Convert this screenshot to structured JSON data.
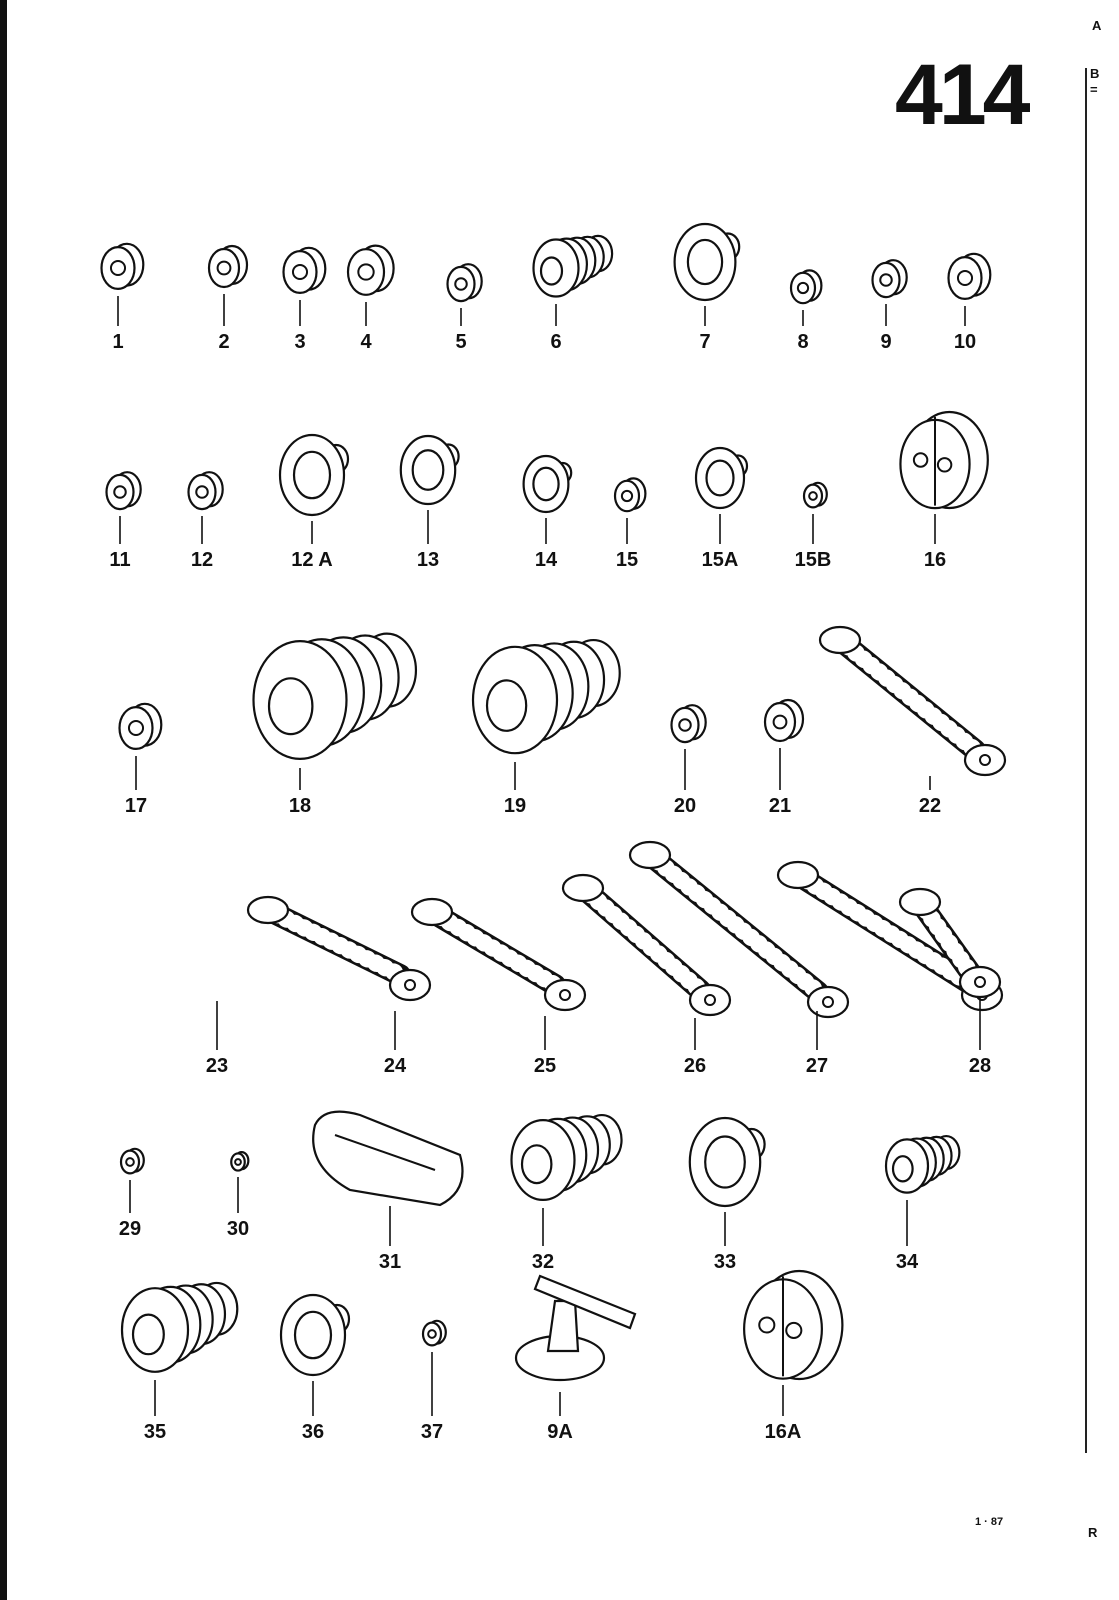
{
  "page_number": "414",
  "edge_text": {
    "top_right": "A",
    "right_b": "B",
    "right_eq": "=",
    "bottom_right": "R"
  },
  "footer_date": "1 · 87",
  "parts": [
    "1",
    "2",
    "3",
    "4",
    "5",
    "6",
    "7",
    "8",
    "9",
    "10",
    "11",
    "12",
    "12 A",
    "13",
    "14",
    "15",
    "15A",
    "15B",
    "16",
    "17",
    "18",
    "19",
    "20",
    "21",
    "22",
    "23",
    "24",
    "25",
    "26",
    "27",
    "28",
    "29",
    "30",
    "31",
    "32",
    "33",
    "34",
    "35",
    "36",
    "37",
    "9A",
    "16A"
  ]
}
